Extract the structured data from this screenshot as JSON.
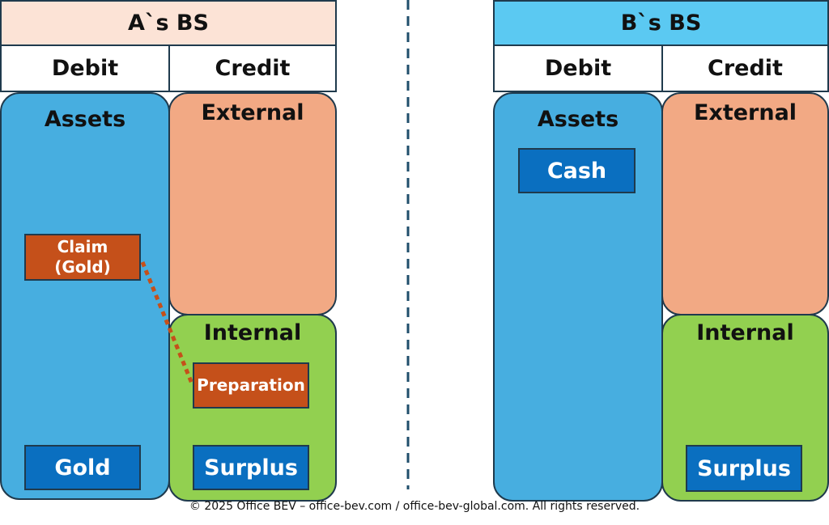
{
  "colors": {
    "header_a": "#fce3d6",
    "header_b": "#5bc9f2",
    "assets": "#47aee0",
    "external": "#f2a984",
    "internal": "#92d050",
    "box_blue": "#0a6fc0",
    "box_orange": "#c5501a",
    "divider": "#1f4e6b"
  },
  "a_bs": {
    "title": "A`s BS",
    "debit_label": "Debit",
    "credit_label": "Credit",
    "assets_label": "Assets",
    "external_label": "External",
    "internal_label": "Internal",
    "claim_line1": "Claim",
    "claim_line2": "(Gold)",
    "preparation_label": "Preparation",
    "gold_label": "Gold",
    "surplus_label": "Surplus"
  },
  "b_bs": {
    "title": "B`s BS",
    "debit_label": "Debit",
    "credit_label": "Credit",
    "assets_label": "Assets",
    "external_label": "External",
    "internal_label": "Internal",
    "cash_label": "Cash",
    "surplus_label": "Surplus"
  },
  "footer": {
    "copyright": "© 2025 Office BEV – office-bev.com / office-bev-global.com. All rights reserved."
  }
}
